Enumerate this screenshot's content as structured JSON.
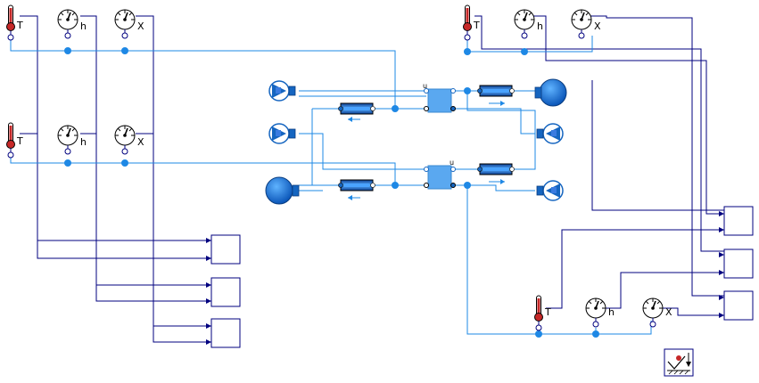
{
  "diagram": {
    "sensor_labels": {
      "temperature": "T",
      "enthalpy": "h",
      "mass_fraction": "X"
    },
    "exchanger_port_labels": {
      "u": "u"
    },
    "colors": {
      "fluid_line": "#1e88e5",
      "signal_line": "#00007f",
      "component_blue": "#1565c0",
      "exchanger_fill": "#5aa8f0",
      "thermo_red": "#c62828"
    },
    "components": [
      "temperature-sensor",
      "enthalpy-sensor",
      "mass-fraction-sensor",
      "mass-flow-source",
      "pipe",
      "heat-exchanger",
      "boundary-sphere",
      "output-block",
      "system-gravity-block"
    ]
  }
}
